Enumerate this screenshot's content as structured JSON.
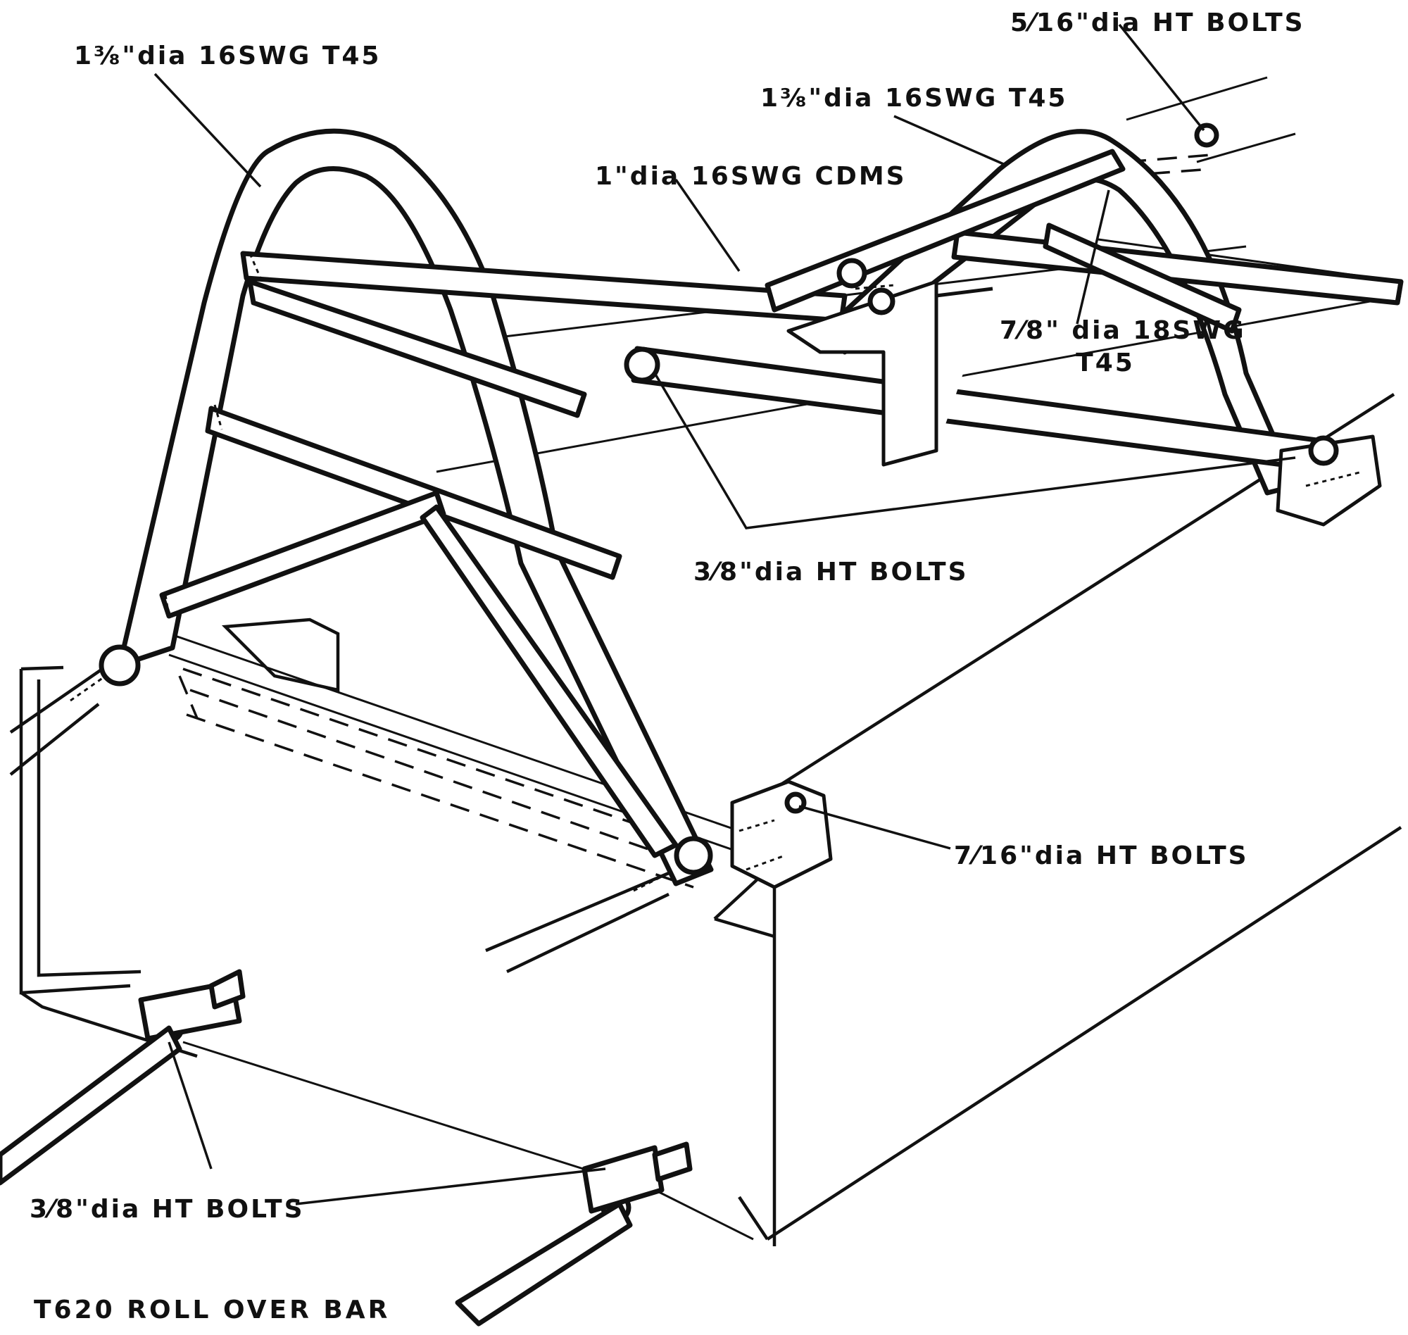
{
  "labels": {
    "front_hoop_tube": "1⅜\"dia 16SWG T45",
    "rear_hoop_tube": "1⅜\"dia 16SWG T45",
    "top_stay": "1\"dia 16SWG CDMS",
    "rear_bolts": "5⁄16\"dia HT BOLTS",
    "diagonal_stay_line1": "7⁄8\" dia 18SWG",
    "diagonal_stay_line2": "T45",
    "stay_bolts": "3⁄8\"dia HT BOLTS",
    "hoop_mount_bolts": "7⁄16\"dia HT BOLTS",
    "base_bolts": "3⁄8\"dia HT BOLTS"
  },
  "title": "T620 ROLL OVER BAR"
}
